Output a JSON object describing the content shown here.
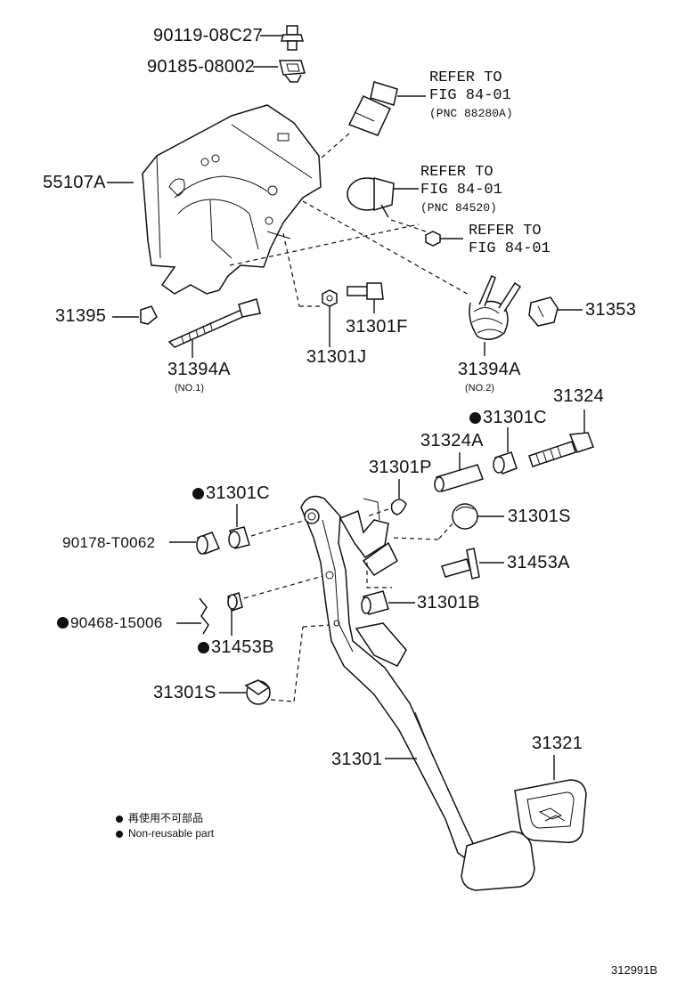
{
  "labels": {
    "p90119": "90119-08C27",
    "p90185": "90185-08002",
    "p55107A": "55107A",
    "p31395": "31395",
    "p31394A_1": "31394A",
    "p31394A_1_sub": "(NO.1)",
    "p31301F": "31301F",
    "p31301J": "31301J",
    "p31394A_2": "31394A",
    "p31394A_2_sub": "(NO.2)",
    "p31353": "31353",
    "p31324": "31324",
    "p31301C_top": "31301C",
    "p31324A": "31324A",
    "p31301P": "31301P",
    "p31301C_left": "31301C",
    "p31301S_right": "31301S",
    "p90178": "90178-T0062",
    "p31453A": "31453A",
    "p31301B": "31301B",
    "p90468": "90468-15006",
    "p31453B": "31453B",
    "p31301S_left": "31301S",
    "p31301": "31301",
    "p31321": "31321"
  },
  "refs": {
    "ref1": {
      "line1": "REFER TO",
      "line2": "FIG 84-01",
      "line3": "(PNC 88280A)"
    },
    "ref2": {
      "line1": "REFER TO",
      "line2": "FIG 84-01",
      "line3": "(PNC 84520)"
    },
    "ref3": {
      "line1": "REFER TO",
      "line2": "FIG 84-01"
    }
  },
  "legend": {
    "line1": "再使用不可部品",
    "line2": "Non-reusable part"
  },
  "diagram_id": "312991B"
}
